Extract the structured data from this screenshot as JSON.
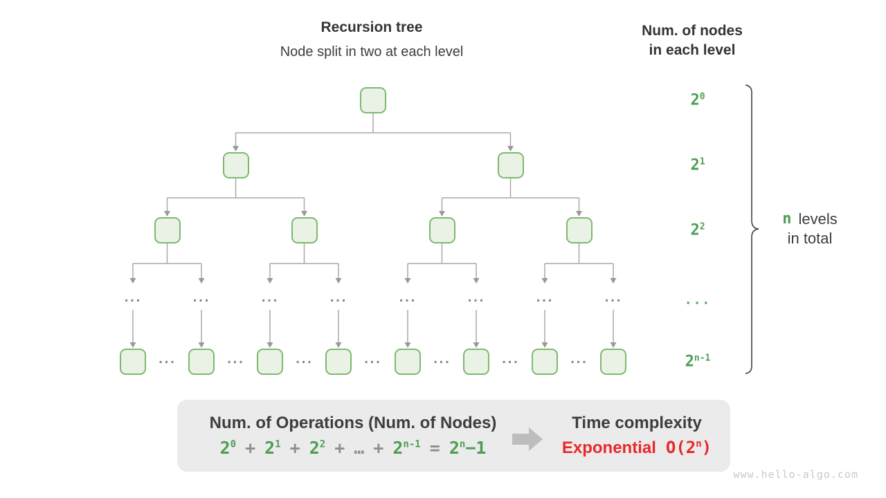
{
  "header": {
    "title": "Recursion tree",
    "subtitle": "Node split in two at each level"
  },
  "right_panel": {
    "heading_line1": "Num. of nodes",
    "heading_line2": "in each level",
    "level_labels": [
      {
        "base": "2",
        "sup": "0"
      },
      {
        "base": "2",
        "sup": "1"
      },
      {
        "base": "2",
        "sup": "2"
      },
      {
        "base": "...",
        "sup": ""
      },
      {
        "base": "2",
        "sup": "n-1"
      }
    ],
    "brace_note": {
      "highlight": "n",
      "line1_rest": "levels",
      "line2": "in total"
    }
  },
  "tree": {
    "levels_node_counts": [
      1,
      2,
      4,
      8
    ],
    "ellipsis": "..."
  },
  "summary": {
    "operations_heading": "Num. of Operations (Num. of Nodes)",
    "formula": [
      {
        "t": "2",
        "sup": "0",
        "c": "green"
      },
      {
        "t": "+",
        "c": "gray"
      },
      {
        "t": "2",
        "sup": "1",
        "c": "green"
      },
      {
        "t": "+",
        "c": "gray"
      },
      {
        "t": "2",
        "sup": "2",
        "c": "green"
      },
      {
        "t": "+",
        "c": "gray"
      },
      {
        "t": "…",
        "c": "gray"
      },
      {
        "t": "+",
        "c": "gray"
      },
      {
        "t": "2",
        "sup": "n-1",
        "c": "green"
      },
      {
        "t": "=",
        "c": "gray"
      },
      {
        "t": "2",
        "sup": "n",
        "post": "−1",
        "c": "green"
      }
    ],
    "complexity_heading": "Time complexity",
    "complexity_class": "Exponential",
    "complexity_big_o": {
      "pre": "O(2",
      "sup": "n",
      "post": ")"
    }
  },
  "watermark": "www.hello-algo.com",
  "colors": {
    "green": "#4d9e53",
    "node_fill": "#e9f2e4",
    "node_border": "#7cb96f",
    "line_gray": "#a8a8a8",
    "arrowhead_gray": "#999999",
    "tree_dots_gray": "#8a8a8a",
    "red": "#e8282b",
    "box_bg": "#ebebeb",
    "text_dark": "#3c3c3c",
    "operator_gray": "#8e8e8e",
    "watermark_gray": "#c9c9c9",
    "brace": "#4c4c4c",
    "block_arrow": "#bdbdbd"
  }
}
